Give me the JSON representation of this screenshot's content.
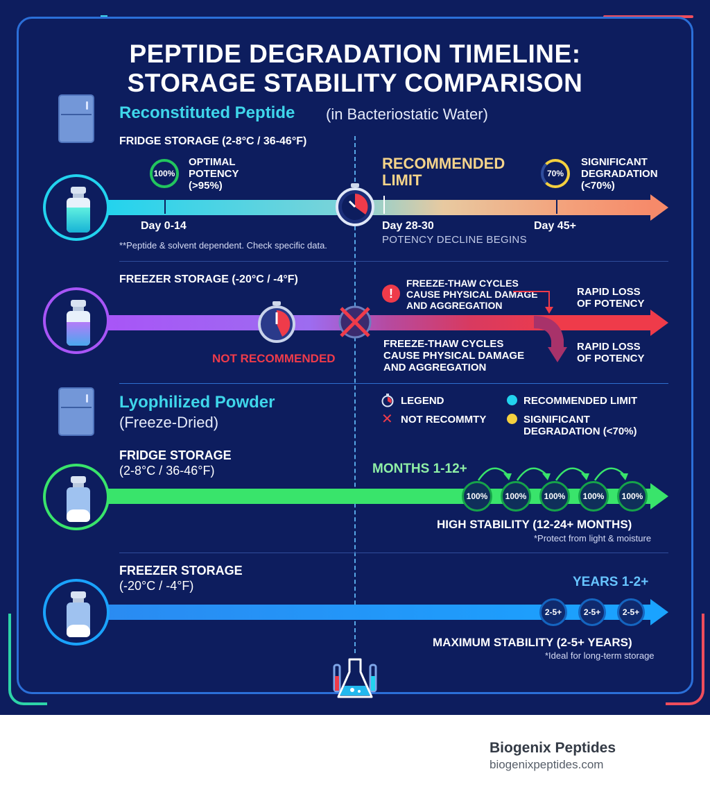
{
  "title_line1": "PEPTIDE DEGRADATION TIMELINE:",
  "title_line2": "STORAGE STABILITY COMPARISON",
  "reconstituted": {
    "heading": "Reconstituted Peptide",
    "subheading": "(in Bacteriostatic Water)",
    "fridge": {
      "label": "FRIDGE STORAGE (2-8°C / 36-46°F)",
      "badge1": "100%",
      "optimal": [
        "OPTIMAL",
        "POTENCY",
        "(>95%)"
      ],
      "recommended": [
        "RECOMMENDED",
        "LIMIT"
      ],
      "badge2": "70%",
      "significant": [
        "SIGNIFICANT",
        "DEGRADATION",
        "(<70%)"
      ],
      "day1": "Day 0-14",
      "day2": "Day 28-30",
      "day3": "Day 45+",
      "decline": "POTENCY DECLINE BEGINS",
      "note": "**Peptide & solvent dependent. Check specific data."
    },
    "freezer": {
      "label": "FREEZER STORAGE (-20°C / -4°F)",
      "warn_top": [
        "FREEZE-THAW CYCLES",
        "CAUSE PHYSICAL DAMAGE",
        "AND AGGREGATION"
      ],
      "rapid_top": [
        "RAPID LOSS",
        "OF POTENCY"
      ],
      "warn_bottom": [
        "FREEZE-THAW CYCLES",
        "CAUSE PHYSICAL DAMAGE",
        "AND AGGREGATION"
      ],
      "rapid_bottom": [
        "RAPID LOSS",
        "OF POTENCY"
      ],
      "not_recommended": "NOT RECOMMENDED"
    }
  },
  "lyophilized": {
    "heading": "Lyophilized Powder",
    "subheading": "(Freeze-Dried)",
    "legend": {
      "title": "LEGEND",
      "not_rec": "NOT RECOMMTY",
      "rec_limit": "RECOMMENDED LIMIT",
      "sig_deg": [
        "SIGNIFICANT",
        "DEGRADATION (<70%)"
      ]
    },
    "fridge": {
      "label": [
        "FRIDGE STORAGE",
        "(2-8°C / 36-46°F)"
      ],
      "months": "MONTHS 1-12+",
      "badges": [
        "100%",
        "100%",
        "100%",
        "100%",
        "100%"
      ],
      "stability": "HIGH STABILITY (12-24+ MONTHS)",
      "note": "*Protect from light & moisture"
    },
    "freezer": {
      "label": [
        "FREEZER STORAGE",
        "(-20°C / -4°F)"
      ],
      "years": "YEARS 1-2+",
      "badges": [
        "2-5+",
        "2-5+",
        "2-5+"
      ],
      "stability": "MAXIMUM STABILITY (2-5+ YEARS)",
      "note": "*Ideal for long-term storage"
    }
  },
  "footer": {
    "brand": "Biogenix Peptides",
    "url": "biogenixpeptides.com"
  },
  "colors": {
    "background": "#0d1d5e",
    "cyan": "#3fd6ea",
    "purple": "#8b5cf6",
    "green": "#39e46b",
    "blue": "#1aa3ff",
    "red": "#ef3b4a",
    "yellow": "#f4d03f"
  }
}
